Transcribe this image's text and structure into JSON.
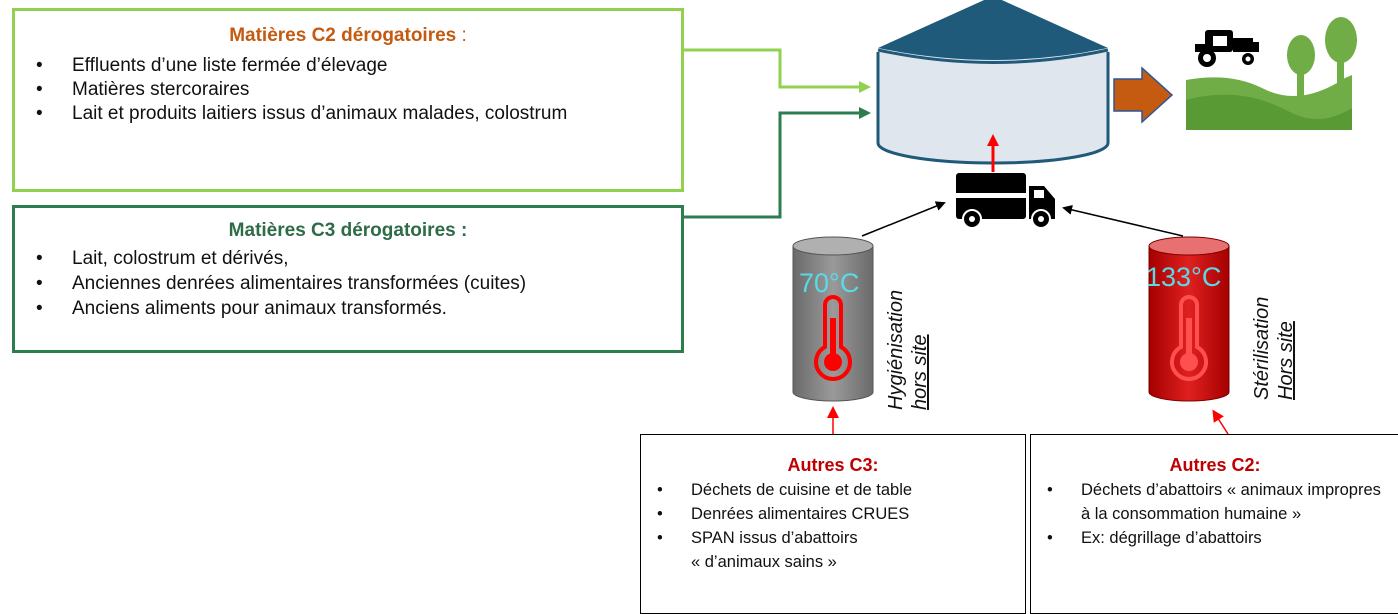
{
  "c2_box": {
    "title": "Matières C2 dérogatoires",
    "title_suffix": " :",
    "items": [
      "Effluents d’une liste fermée d’élevage",
      "Matières stercoraires",
      "Lait et produits laitiers issus d’animaux malades, colostrum"
    ],
    "border_color": "#92d050",
    "title_color": "#c55a11"
  },
  "c3_box": {
    "title": "Matières C3 dérogatoires :",
    "items": [
      "Lait, colostrum et dérivés,",
      "Anciennes denrées alimentaires transformées (cuites)",
      "Anciens aliments pour animaux transformés."
    ],
    "border_color": "#2e7d4f",
    "title_color": "#2e6b47"
  },
  "hygienisation": {
    "temperature": "70°C",
    "label": "Hygiénisation",
    "label2": "hors site",
    "tank_color": "#7f7f7f"
  },
  "sterilisation": {
    "temperature": "133°C",
    "label": "Stérilisation",
    "label2": "Hors site",
    "tank_color": "#c00000"
  },
  "autres_c3": {
    "title": "Autres C3:",
    "items": [
      "Déchets de cuisine et de table",
      "Denrées alimentaires CRUES",
      "SPAN issus d’abattoirs",
      "« d’animaux sains »"
    ]
  },
  "autres_c2": {
    "title": "Autres C2:",
    "items": [
      "Déchets d’abattoirs « animaux impropres à la consommation humaine »",
      "Ex: dégrillage d’abattoirs"
    ]
  },
  "colors": {
    "digester_roof": "#1f5a7a",
    "digester_body": "#dfe6ee",
    "field_arrow": "#c55a11",
    "field_green": "#70ad47",
    "arrow_red": "#ff0000"
  },
  "icons": [
    "digester-icon",
    "truck-icon",
    "tractor-icon",
    "field-icon",
    "thermometer-icon"
  ]
}
